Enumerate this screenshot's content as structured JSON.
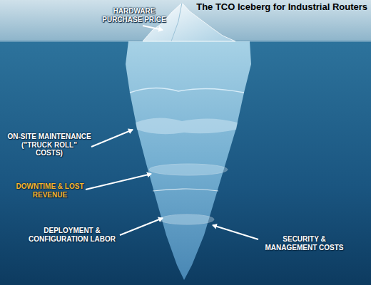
{
  "diagram": {
    "title": "The TCO Iceberg for Industrial Routers",
    "labels": [
      "HARDWARE PURCHASE PRICE",
      "ON-SITE MAINTENANCE (\"TRUCK ROLL\" COSTS)",
      "DOWNTIME & LOST REVENUE",
      "DEPLOYMENT & CONFIGURATION LABOR",
      "SECURITY & MANAGEMENT COSTS"
    ]
  }
}
